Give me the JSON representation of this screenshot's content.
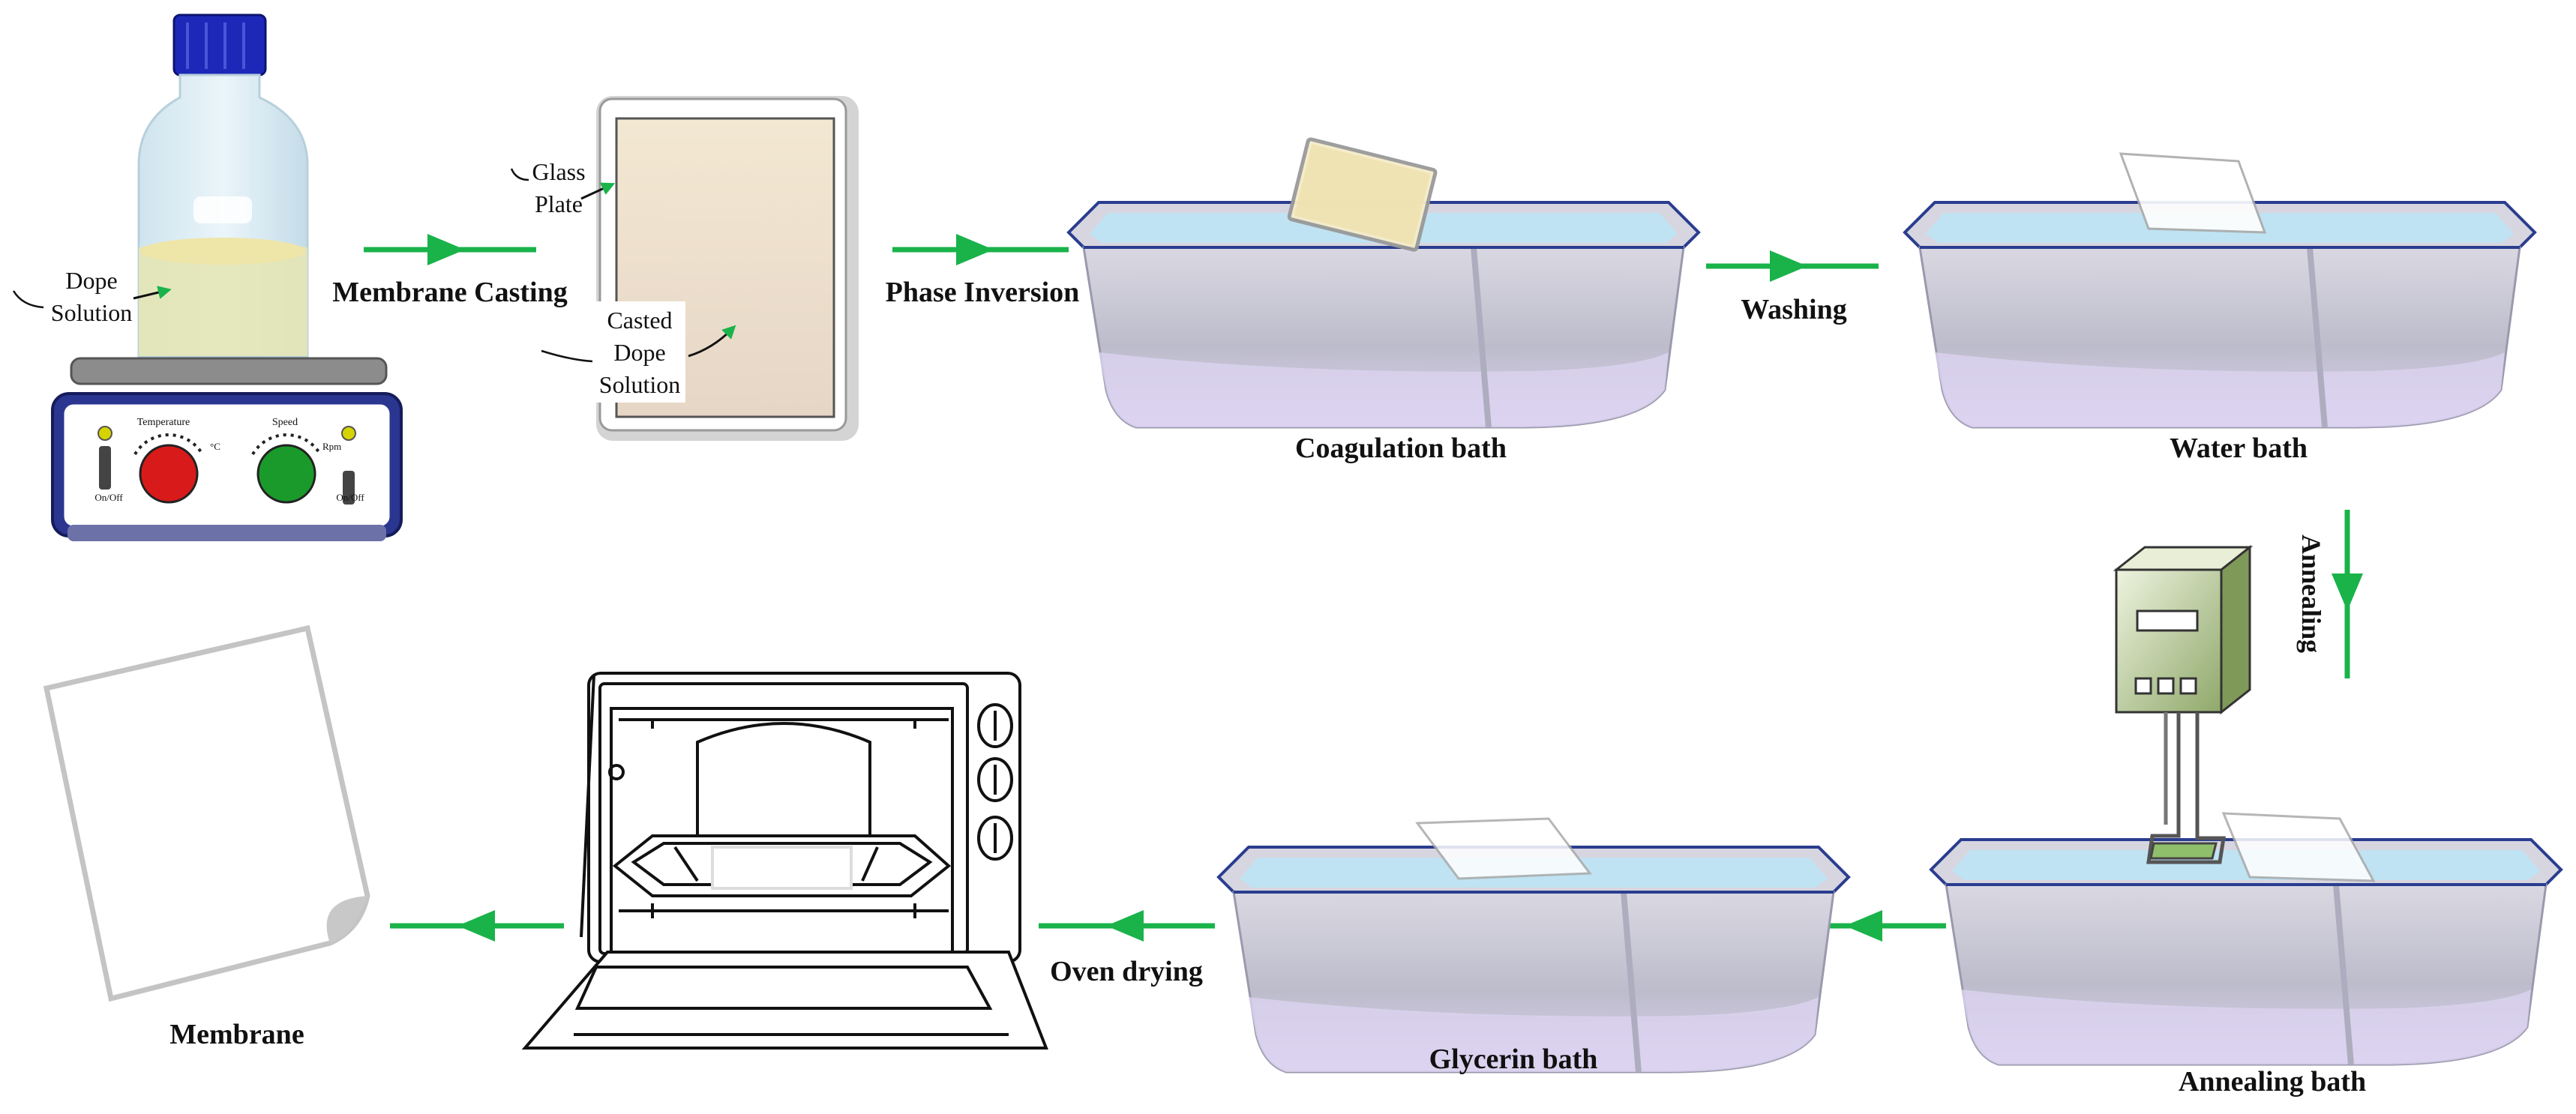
{
  "labels": {
    "dope_solution_1": "Dope",
    "dope_solution_2": "Solution",
    "membrane_casting": "Membrane Casting",
    "glass_plate_1": "Glass",
    "glass_plate_2": "Plate",
    "casted_1": "Casted",
    "casted_2": "Dope",
    "casted_3": "Solution",
    "phase_inversion": "Phase Inversion",
    "coagulation_bath": "Coagulation bath",
    "washing": "Washing",
    "water_bath": "Water bath",
    "annealing": "Annealing",
    "annealing_bath": "Annealing bath",
    "glycerin_bath": "Glycerin bath",
    "oven_drying": "Oven drying",
    "membrane": "Membrane"
  },
  "stirrer": {
    "temperature": "Temperature",
    "speed": "Speed",
    "rpm": "Rpm",
    "celsius": "°C",
    "on_off_left": "On/Off",
    "on_off_right": "On/Off"
  },
  "colors": {
    "arrow": "#19b34a",
    "water": "#bfe3f2",
    "tub": "#c9c8d6",
    "tub_rim": "#2a3d8f"
  }
}
